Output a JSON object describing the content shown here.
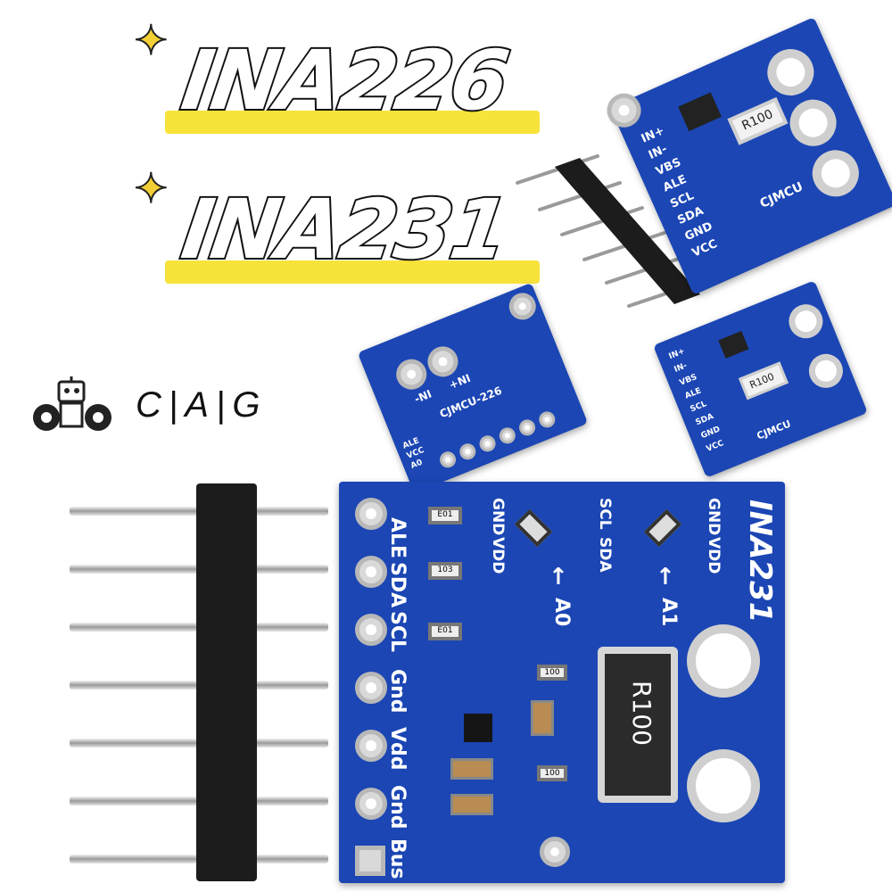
{
  "titles": {
    "line1": "INA226",
    "line2": "INA231"
  },
  "brand": {
    "text": "C|A|G"
  },
  "board_top_right": {
    "pins": [
      "IN+",
      "IN-",
      "VBS",
      "ALE",
      "SCL",
      "SDA",
      "GND",
      "VCC"
    ],
    "resistor": "R100",
    "maker": "CJMCU"
  },
  "board_small_left": {
    "labels": [
      "-NI",
      "+NI"
    ],
    "name": "CJMCU-226",
    "side_labels": [
      "ALE",
      "VCC",
      "A0"
    ]
  },
  "board_small_right": {
    "pins": [
      "IN+",
      "IN-",
      "VBS",
      "ALE",
      "SCL",
      "SDA",
      "GND",
      "VCC"
    ],
    "resistor": "R100",
    "maker": "CJMCU"
  },
  "board_main": {
    "name": "INA231",
    "pins": [
      "ALE",
      "SDA",
      "SCL",
      "Gnd",
      "Vdd",
      "Gnd",
      "Bus"
    ],
    "a0_labels": [
      "GND",
      "VDD",
      "SCL",
      "SDA"
    ],
    "a1_labels": [
      "GND",
      "VDD"
    ],
    "a0": "A0",
    "a1": "A1",
    "resistor": "R100",
    "smd_codes": [
      "E01",
      "103",
      "E01",
      "100",
      "100"
    ]
  },
  "colors": {
    "pcb": "#1b46b4",
    "highlight": "#f7e33a",
    "sparkle": "#f2cf35"
  }
}
